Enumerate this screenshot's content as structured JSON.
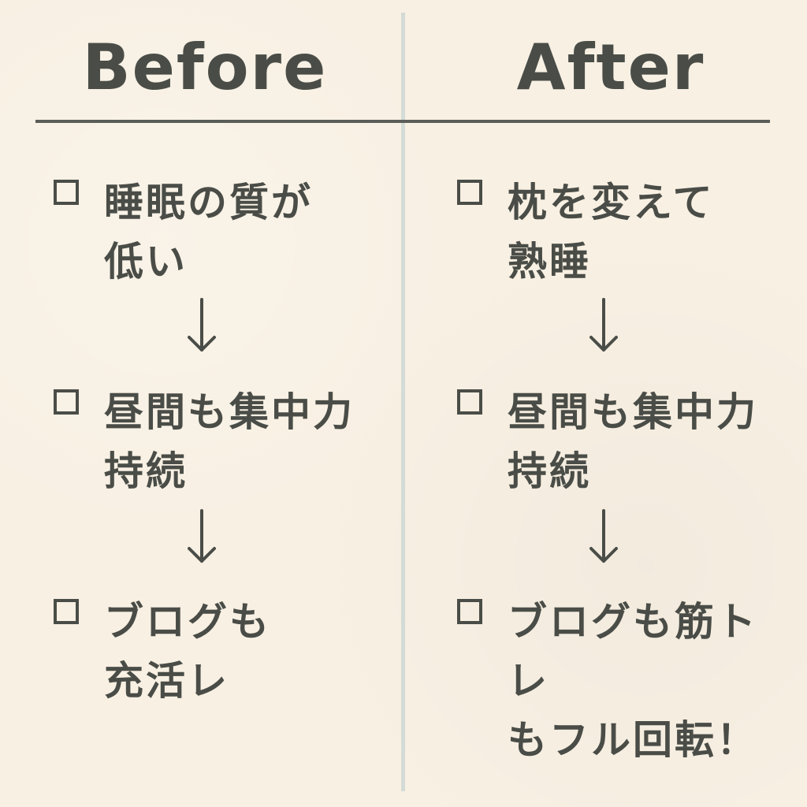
{
  "left": {
    "heading": "Before",
    "items": [
      {
        "text": "睡眠の質が\n低い"
      },
      {
        "text": "昼間も集中力\n持続"
      },
      {
        "text": "ブログも\n充活レ"
      }
    ]
  },
  "right": {
    "heading": "After",
    "items": [
      {
        "text": "枕を変えて\n熟睡"
      },
      {
        "text": "昼間も集中力\n持続"
      },
      {
        "text": "ブログも筋トレ\nもフル回転！"
      }
    ]
  },
  "colors": {
    "background": "#f8f0e3",
    "text": "#4a4d47",
    "divider": "#d4dbd6",
    "rule": "#5a5d58"
  },
  "icons": {
    "checkbox": "checkbox-icon",
    "arrow": "down-arrow-icon"
  }
}
